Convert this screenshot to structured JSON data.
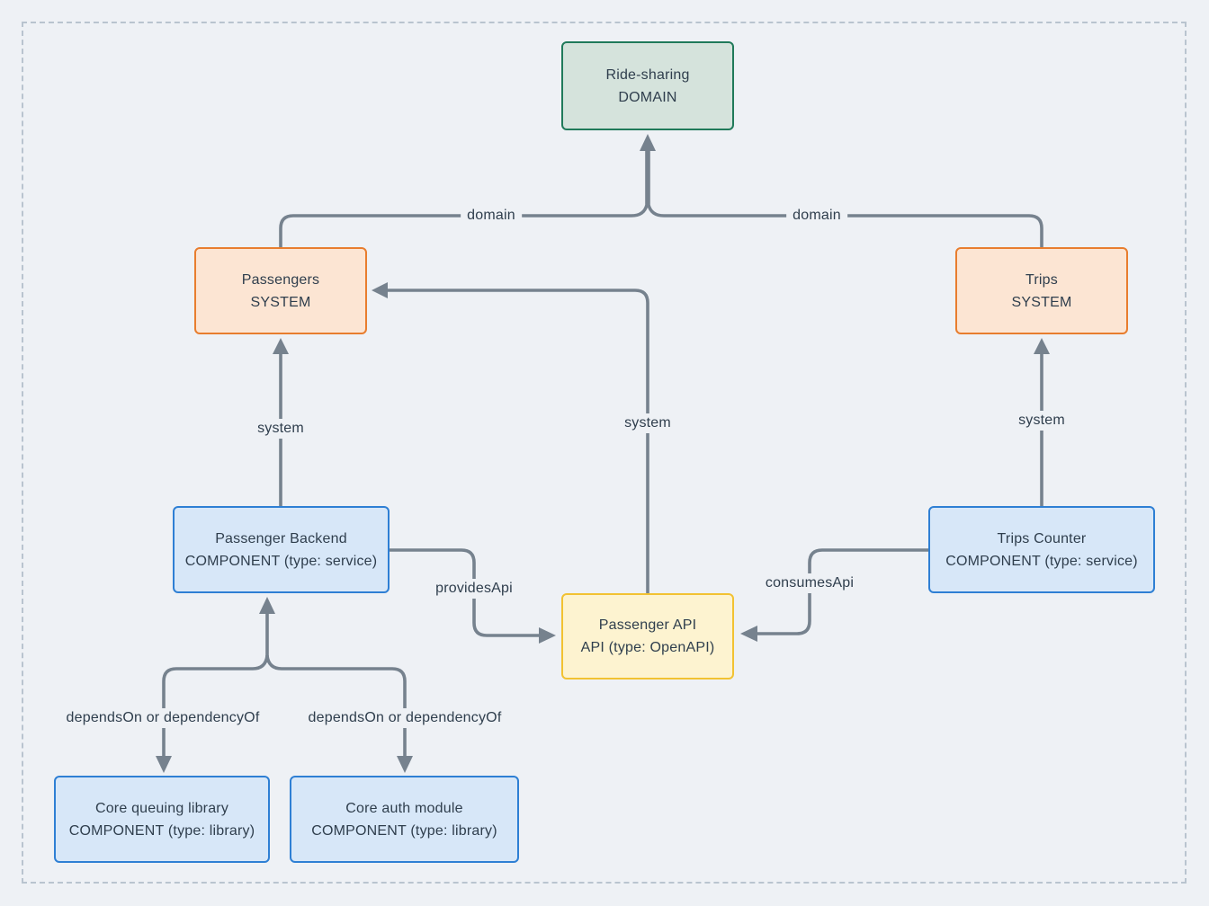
{
  "diagram": {
    "nodes": {
      "domain": {
        "title": "Ride-sharing",
        "subtitle": "DOMAIN"
      },
      "passengers": {
        "title": "Passengers",
        "subtitle": "SYSTEM"
      },
      "trips": {
        "title": "Trips",
        "subtitle": "SYSTEM"
      },
      "backend": {
        "title": "Passenger Backend",
        "subtitle": "COMPONENT (type: service)"
      },
      "trips_counter": {
        "title": "Trips Counter",
        "subtitle": "COMPONENT (type: service)"
      },
      "api": {
        "title": "Passenger API",
        "subtitle": "API (type: OpenAPI)"
      },
      "core_queuing": {
        "title": "Core queuing library",
        "subtitle": "COMPONENT (type: library)"
      },
      "core_auth": {
        "title": "Core auth module",
        "subtitle": "COMPONENT (type: library)"
      }
    },
    "edges": {
      "domain_left": {
        "label": "domain"
      },
      "domain_right": {
        "label": "domain"
      },
      "system_left": {
        "label": "system"
      },
      "system_middle": {
        "label": "system"
      },
      "system_right": {
        "label": "system"
      },
      "provides_api": {
        "label": "providesApi"
      },
      "consumes_api": {
        "label": "consumesApi"
      },
      "depends_left": {
        "label": "dependsOn or dependencyOf"
      },
      "depends_right": {
        "label": "dependsOn or dependencyOf"
      }
    },
    "colors": {
      "bg": "#eef1f5",
      "frame": "#b9c4cf",
      "edge": "#76828e",
      "text": "#2f3e4d",
      "domain-fill": "#d5e3dc",
      "domain-border": "#20795a",
      "system-fill": "#fce5d3",
      "system-border": "#e87d2e",
      "component-fill": "#d7e7f8",
      "component-border": "#2e7fd4",
      "api-fill": "#fdf3d0",
      "api-border": "#f2c232"
    }
  }
}
